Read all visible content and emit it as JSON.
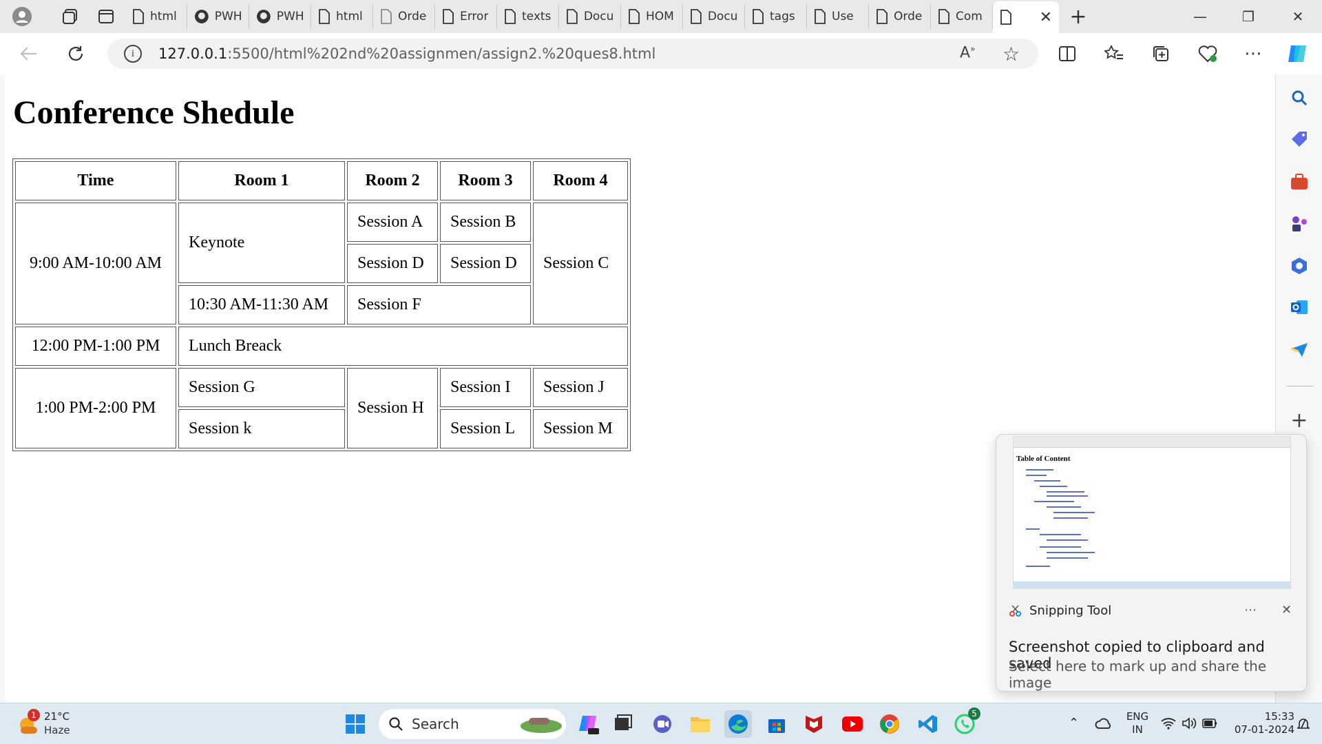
{
  "browser": {
    "tabs": [
      {
        "label": "html",
        "icon": "page-icon"
      },
      {
        "label": "PWH",
        "icon": "github-icon"
      },
      {
        "label": "PWH",
        "icon": "github-icon"
      },
      {
        "label": "html",
        "icon": "page-icon"
      },
      {
        "label": "Orde",
        "icon": "page-icon"
      },
      {
        "label": "Error",
        "icon": "page-icon"
      },
      {
        "label": "texts",
        "icon": "page-icon"
      },
      {
        "label": "Docu",
        "icon": "page-icon"
      },
      {
        "label": "HOM",
        "icon": "page-icon"
      },
      {
        "label": "Docu",
        "icon": "page-icon"
      },
      {
        "label": "tags",
        "icon": "page-icon"
      },
      {
        "label": "Use",
        "icon": "page-icon"
      },
      {
        "label": "Orde",
        "icon": "page-icon"
      },
      {
        "label": "Com",
        "icon": "page-icon"
      }
    ],
    "url_host": "127.0.0.1",
    "url_rest": ":5500/html%202nd%20assignmen/assign2.%20ques8.html"
  },
  "page": {
    "title": "Conference Shedule",
    "headers": [
      "Time",
      "Room 1",
      "Room 2",
      "Room 3",
      "Room 4"
    ],
    "slot1_time": "9:00 AM-10:00 AM",
    "keynote": "Keynote",
    "session_a": "Session A",
    "session_b": "Session B",
    "session_c": "Session C",
    "session_d1": "Session D",
    "session_d2": "Session D",
    "slot1b_time": "10:30 AM-11:30 AM",
    "session_f": "Session F",
    "slot2_time": "12:00 PM-1:00 PM",
    "lunch": "Lunch Breack",
    "slot3_time": "1:00 PM-2:00 PM",
    "session_g": "Session G",
    "session_h": "Session H",
    "session_i": "Session I",
    "session_j": "Session J",
    "session_k": "Session k",
    "session_l": "Session L",
    "session_m": "Session M"
  },
  "toast": {
    "app": "Snipping Tool",
    "message": "Screenshot copied to clipboard and saved",
    "sub": "Select here to mark up and share the image",
    "preview_title": "Table of Content"
  },
  "taskbar": {
    "weather_temp": "21°C",
    "weather_desc": "Haze",
    "weather_badge": "1",
    "search_label": "Search",
    "lang_top": "ENG",
    "lang_bottom": "IN",
    "time": "15:33",
    "date": "07-01-2024",
    "whatsapp_badge": "5"
  },
  "colors": {
    "accent": "#0067c0",
    "tab_bg": "#e9e9ea",
    "taskbar_bg": "#dfe9f2"
  }
}
